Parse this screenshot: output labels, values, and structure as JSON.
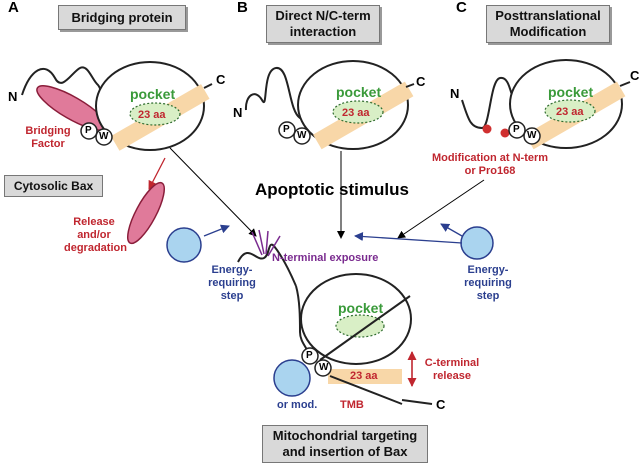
{
  "panels": {
    "a": {
      "letter": "A",
      "title": "Bridging protein"
    },
    "b": {
      "letter": "B",
      "title": "Direct N/C-term\ninteraction"
    },
    "c": {
      "letter": "C",
      "title": "Posttranslational\nModification"
    }
  },
  "protein_labels": {
    "pocket": "pocket",
    "segment": "23 aa",
    "n_term": "N",
    "c_term": "C",
    "p": "P",
    "w": "W"
  },
  "labels": {
    "bridging_factor": "Bridging\nFactor",
    "cytosolic_bax": "Cytosolic Bax",
    "release_degradation": "Release\nand/or\ndegradation",
    "energy_step_left": "Energy-\nrequiring\nstep",
    "energy_step_right": "Energy-\nrequiring\nstep",
    "modification": "Modification at N-term\nor Pro168",
    "apoptotic_stimulus": "Apoptotic stimulus",
    "n_terminal_exposure": "N-terminal exposure",
    "c_terminal_release": "C-terminal\nrelease",
    "or_mod": "or mod.",
    "tmb": "TMB",
    "mito_box": "Mitochondrial targeting\nand insertion of Bax"
  },
  "colors": {
    "pink": "#e07a9a",
    "peach": "#f8d7a8",
    "light_green": "#d9efc6",
    "light_blue": "#aad4ef",
    "red_text": "#c0262f",
    "blue_text": "#2b3f8f",
    "green_text": "#3a9a3a",
    "purple": "#7a2b8f",
    "box_gray": "#d9d9d9"
  }
}
